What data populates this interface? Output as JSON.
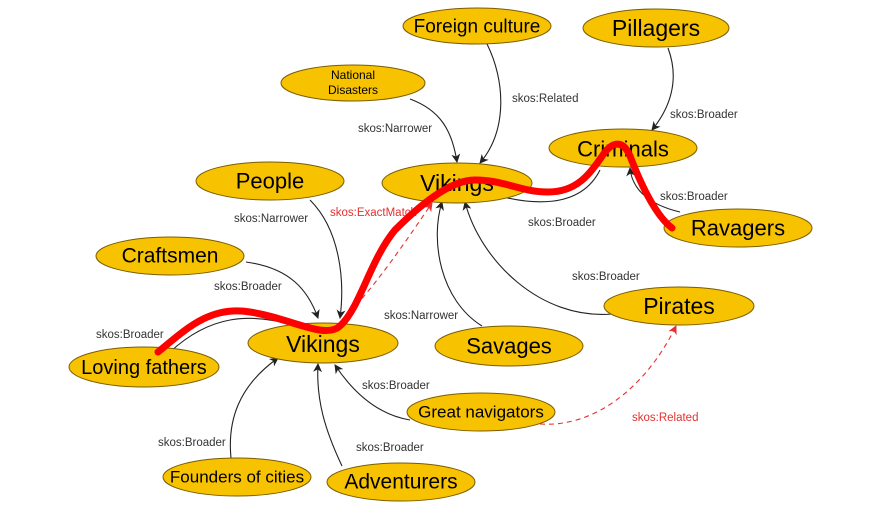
{
  "diagram": {
    "nodes": [
      {
        "id": "foreign",
        "label": "Foreign culture"
      },
      {
        "id": "pillagers",
        "label": "Pillagers"
      },
      {
        "id": "national",
        "label_lines": [
          "National",
          "Disasters"
        ]
      },
      {
        "id": "criminals",
        "label": "Criminals"
      },
      {
        "id": "people",
        "label": "People"
      },
      {
        "id": "vikings_top",
        "label": "Vikings"
      },
      {
        "id": "ravagers",
        "label": "Ravagers"
      },
      {
        "id": "craftsmen",
        "label": "Craftsmen"
      },
      {
        "id": "pirates",
        "label": "Pirates"
      },
      {
        "id": "savages",
        "label": "Savages"
      },
      {
        "id": "vikings_main",
        "label": "Vikings"
      },
      {
        "id": "loving",
        "label": "Loving fathers"
      },
      {
        "id": "navigators",
        "label": "Great navigators"
      },
      {
        "id": "founders",
        "label": "Founders of cities"
      },
      {
        "id": "adventurers",
        "label": "Adventurers"
      }
    ],
    "edges": [
      {
        "id": "e-foreign",
        "from": "foreign",
        "to": "vikings_top",
        "label": "skos:Related"
      },
      {
        "id": "e-national",
        "from": "national",
        "to": "vikings_top",
        "label": "skos:Narrower"
      },
      {
        "id": "e-pillagers",
        "from": "pillagers",
        "to": "criminals",
        "label": "skos:Broader"
      },
      {
        "id": "e-ravagers",
        "from": "ravagers",
        "to": "criminals",
        "label": "skos:Broader"
      },
      {
        "id": "e-criminals",
        "from": "criminals",
        "to": "vikings_top",
        "label": "skos:Broader"
      },
      {
        "id": "e-pirates",
        "from": "pirates",
        "to": "vikings_top",
        "label": "skos:Broader"
      },
      {
        "id": "e-savages",
        "from": "savages",
        "to": "vikings_top",
        "label": "skos:Narrower"
      },
      {
        "id": "e-exact",
        "from": "vikings_main",
        "to": "vikings_top",
        "label": "skos:ExactMatch",
        "style": "related"
      },
      {
        "id": "e-people",
        "from": "people",
        "to": "vikings_main",
        "label": "skos:Narrower"
      },
      {
        "id": "e-craftsmen",
        "from": "craftsmen",
        "to": "vikings_main",
        "label": "skos:Broader"
      },
      {
        "id": "e-loving",
        "from": "loving",
        "to": "vikings_main",
        "label": "skos:Broader"
      },
      {
        "id": "e-navigators",
        "from": "navigators",
        "to": "vikings_main",
        "label": "skos:Broader"
      },
      {
        "id": "e-founders",
        "from": "founders",
        "to": "vikings_main",
        "label": "skos:Broader"
      },
      {
        "id": "e-adventurers",
        "from": "adventurers",
        "to": "vikings_main",
        "label": "skos:Broader"
      },
      {
        "id": "e-nav-pirates",
        "from": "navigators",
        "to": "pirates",
        "label": "skos:Related",
        "style": "related"
      }
    ],
    "colors": {
      "node_fill": "#f7c200",
      "highlight": "#ff0000",
      "related": "#e53030"
    }
  }
}
